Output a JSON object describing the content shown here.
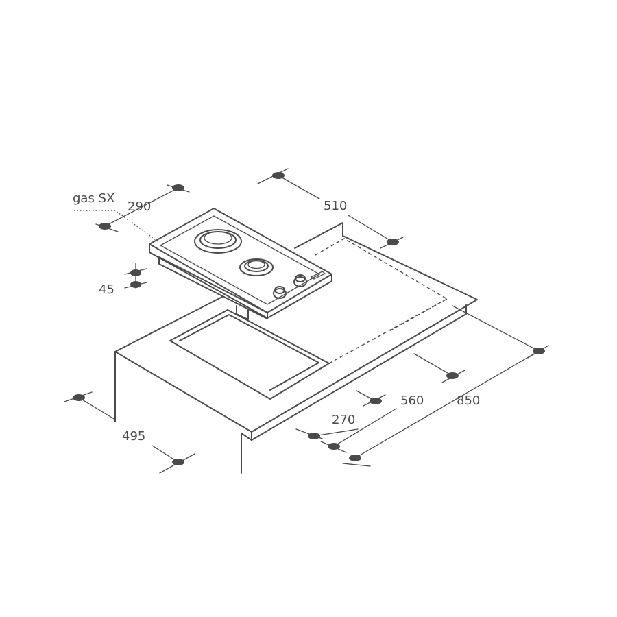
{
  "labels": {
    "model": "gas SX",
    "hob_depth": "290",
    "hob_width": "510",
    "hob_height": "45",
    "cutout_depth": "270",
    "cutout_width": "560",
    "counter_width": "850",
    "counter_depth": "495"
  }
}
